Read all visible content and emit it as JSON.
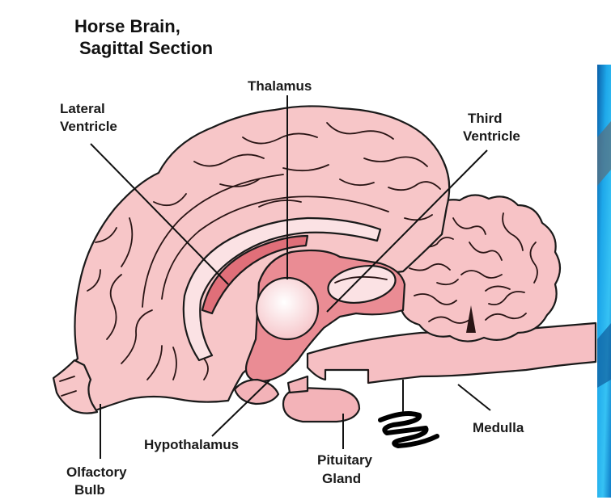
{
  "title": {
    "line1": "Horse Brain,",
    "line2": "Sagittal Section"
  },
  "labels": {
    "thalamus": "Thalamus",
    "lateral_ventricle_1": "Lateral",
    "lateral_ventricle_2": "Ventricle",
    "third_ventricle_1": "Third",
    "third_ventricle_2": "Ventricle",
    "medulla": "Medulla",
    "hypothalamus": "Hypothalamus",
    "pituitary_1": "Pituitary",
    "pituitary_2": "Gland",
    "olfactory_1": "Olfactory",
    "olfactory_2": "Bulb"
  },
  "colors": {
    "brain_light": "#f7c6c8",
    "brain_mid": "#ee9ea3",
    "brain_deep": "#e06f79",
    "highlight": "#fdecee",
    "scribble": "#000000",
    "panel_blue": "#1f9fe0"
  }
}
